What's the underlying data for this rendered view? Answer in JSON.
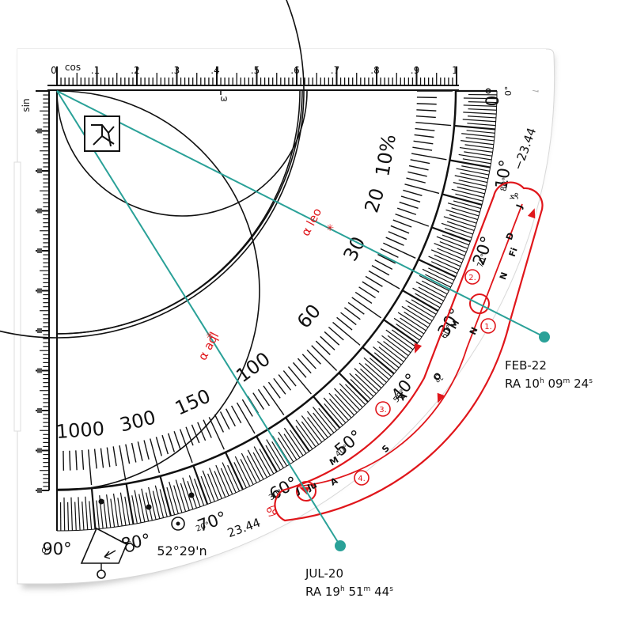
{
  "instrument": {
    "cos_label": "cos",
    "sin_label": "sin",
    "omega": "ω",
    "cos_ticks": [
      "0",
      ".1",
      ".2",
      ".3",
      ".4",
      ".5",
      ".6",
      ".7",
      ".8",
      ".9",
      "1"
    ],
    "zenith_label": "0°",
    "zenith_sub": "0°",
    "outer_scale": [
      "10°",
      "20°",
      "30°",
      "40°",
      "50°",
      "60°",
      "70°",
      "80°",
      "90°"
    ],
    "outer_sub": [
      "80°",
      "70°",
      "60°",
      "50°",
      "40°",
      "30°",
      "20°",
      "10°",
      "0°"
    ],
    "inner_scale": [
      "10%",
      "20",
      "30",
      "60",
      "100",
      "150",
      "300",
      "1000"
    ],
    "declination_top": "−23.44",
    "declination_bottom": "23.44",
    "latitude": "52°29'n",
    "month_letters": [
      "J",
      "Fi",
      "N",
      "M",
      "A",
      "M",
      "Ju",
      "J",
      "A",
      "S",
      "O",
      "N",
      "D"
    ],
    "zodiac_symbols": [
      "♑",
      "♈",
      "♋",
      "♌",
      "♉"
    ],
    "numbered_marks": [
      "1.",
      "2.",
      "3.",
      "4."
    ],
    "colors": {
      "star_line": "#2aa198",
      "ecliptic": "#e0161b",
      "ink": "#111111",
      "card": "#ffffff",
      "shadow": "#cfcfcf"
    }
  },
  "stars": [
    {
      "name": "α leo",
      "date": "FEB-22",
      "ra_h": "10",
      "ra_m": "09",
      "ra_s": "24"
    },
    {
      "name": "α aql",
      "date": "JUL-20",
      "ra_h": "19",
      "ra_m": "51",
      "ra_s": "44"
    }
  ]
}
